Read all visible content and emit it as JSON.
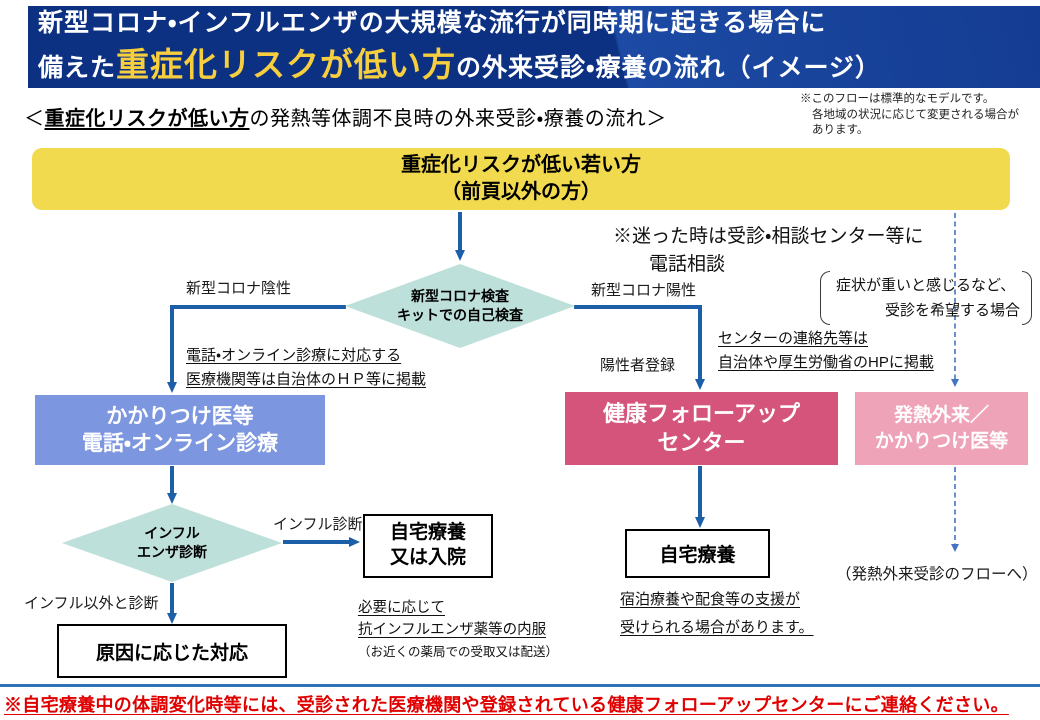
{
  "header": {
    "line1": "新型コロナ・インフルエンザの大規模な流行が同時期に起きる場合に",
    "line2_prefix": "備えた",
    "line2_highlight": "重症化リスクが低い方",
    "line2_suffix": "の外来受診・療養の流れ（イメージ）",
    "bg_color": "#0D3182",
    "highlight_color": "#F7CE3E"
  },
  "note_top_right": {
    "line1": "※このフローは標準的なモデルです。",
    "line2": "各地域の状況に応じて変更される場合が",
    "line3": "あります。"
  },
  "subtitle": {
    "prefix": "＜",
    "emphasis": "重症化リスクが低い方",
    "suffix": "の発熱等体調不良時の外来受診・療養の流れ＞"
  },
  "flow": {
    "start_box": {
      "line1": "重症化リスクが低い若い方",
      "line2": "（前頁以外の方）",
      "bg": "#F2DA4F"
    },
    "note_hesitate": {
      "line1": "※迷った時は受診・相談センター等に",
      "line2": "電話相談"
    },
    "decision_covid": {
      "line1": "新型コロナ検査",
      "line2": "キットでの自己検査",
      "bg": "#BEE0DA"
    },
    "label_negative": "新型コロナ陰性",
    "label_positive": "新型コロナ陽性",
    "note_online": {
      "line1": "電話・オンライン診療に対応する",
      "line2": "医療機関等は自治体のＨＰ等に掲載"
    },
    "note_center_contact": {
      "line1": "センターの連絡先等は",
      "line2": "自治体や厚生労働省のHPに掲載"
    },
    "label_registration": "陽性者登録",
    "bracket_note": {
      "line1": "症状が重いと感じるなど、",
      "line2": "受診を希望する場合"
    },
    "box_doctor": {
      "line1": "かかりつけ医等",
      "line2": "電話・オンライン診療",
      "bg": "#7D96E0"
    },
    "box_followup": {
      "line1": "健康フォローアップ",
      "line2": "センター",
      "bg": "#D5547B"
    },
    "box_fever": {
      "line1": "発熱外来／",
      "line2": "かかりつけ医等",
      "bg": "#EEA3B8"
    },
    "decision_flu": {
      "line1": "インフル",
      "line2": "エンザ診断",
      "bg": "#BEE0DA"
    },
    "label_flu_diagnosed": "インフル診断",
    "label_not_flu": "インフル以外と診断",
    "box_home_or_hospital": {
      "line1": "自宅療養",
      "line2": "又は入院"
    },
    "note_flu_medicine": {
      "line1": "必要に応じて",
      "line2": "抗インフルエンザ薬等の内服",
      "line3": "（お近くの薬局での受取又は配送）"
    },
    "box_cause": {
      "label": "原因に応じた対応"
    },
    "box_home": {
      "label": "自宅療養"
    },
    "note_home_support": {
      "line1": "宿泊療養や配食等の支援が",
      "line2": "受けられる場合があります。"
    },
    "label_fever_flow": "（発熱外来受診のフローへ）",
    "arrow_color": "#1C5FA8",
    "dashed_color": "#4472C4"
  },
  "footer": {
    "text": "※自宅療養中の体調変化時等には、受診された医療機関や登録されている健康フォローアップセンターにご連絡ください。",
    "color": "#E00000"
  }
}
